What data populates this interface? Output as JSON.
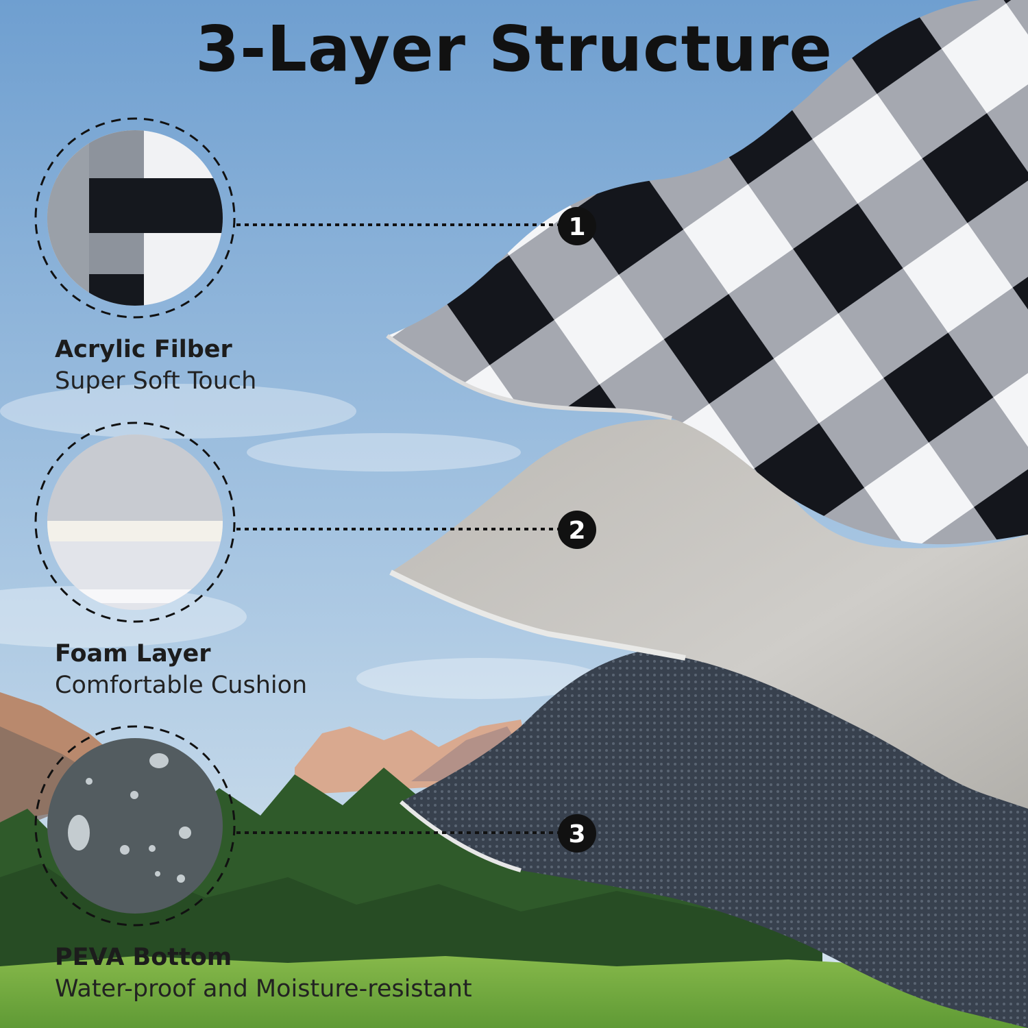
{
  "title": "3-Layer Structure",
  "colors": {
    "sky_top": "#6f9fd0",
    "sky_bottom": "#cfe0ee",
    "forest": "#2f5a2a",
    "meadow": "#6fa23f",
    "foam": "#c8c6c2",
    "peva": "#3a4350",
    "plaid_dark": "#14161c",
    "plaid_light": "#f4f5f7"
  },
  "layers": [
    {
      "number": "1",
      "name": "Acrylic Filber",
      "description": "Super Soft Touch",
      "texture_icon": "plaid-swatch-icon"
    },
    {
      "number": "2",
      "name": "Foam Layer",
      "description": "Comfortable Cushion",
      "texture_icon": "foam-swatch-icon"
    },
    {
      "number": "3",
      "name": "PEVA Bottom",
      "description": "Water-proof and Moisture-resistant",
      "texture_icon": "waterproof-swatch-icon"
    }
  ]
}
